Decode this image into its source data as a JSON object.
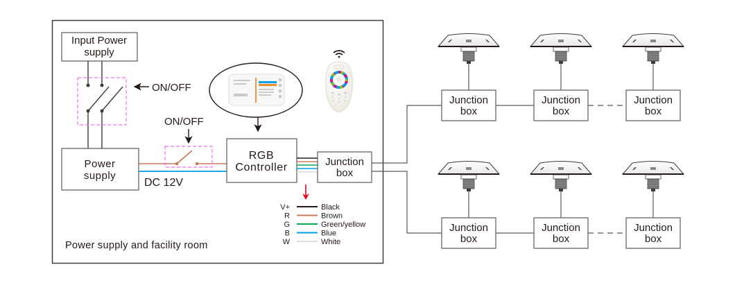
{
  "diagram": {
    "room_label": "Power supply and facility room",
    "input_power": {
      "line1": "Input Power",
      "line2": "supply"
    },
    "power_supply": {
      "line1": "Power",
      "line2": "supply"
    },
    "switch1_label": "ON/OFF",
    "switch2_label": "ON/OFF",
    "dc_label": "DC 12V",
    "rgb_controller": {
      "line1": "RGB",
      "line2": "Controller"
    },
    "main_junction": {
      "line1": "Junction",
      "line2": "box"
    },
    "controller_device": "mi-light-controller",
    "remote_device": "rgb-touch-remote",
    "wire_legend": [
      {
        "code": "V+",
        "name": "Black",
        "color": "#231815"
      },
      {
        "code": "R",
        "name": "Brown",
        "color": "#c8785a"
      },
      {
        "code": "G",
        "name": "Green/yellow",
        "color": "#00a651"
      },
      {
        "code": "B",
        "name": "Blue",
        "color": "#00a0e9"
      },
      {
        "code": "W",
        "name": "White",
        "color": "#dcdcdc"
      }
    ],
    "light_rows": [
      {
        "junctions": [
          {
            "line1": "Junction",
            "line2": "box"
          },
          {
            "line1": "Junction",
            "line2": "box"
          },
          {
            "line1": "Junction",
            "line2": "box"
          }
        ]
      },
      {
        "junctions": [
          {
            "line1": "Junction",
            "line2": "box"
          },
          {
            "line1": "Junction",
            "line2": "box"
          },
          {
            "line1": "Junction",
            "line2": "box"
          }
        ]
      }
    ],
    "colors": {
      "line": "#231815",
      "switch_box": "#f06ef0",
      "brown": "#c8785a",
      "blue": "#00a0e9",
      "arrow_red": "#e60012",
      "gray_line": "#595757"
    }
  }
}
